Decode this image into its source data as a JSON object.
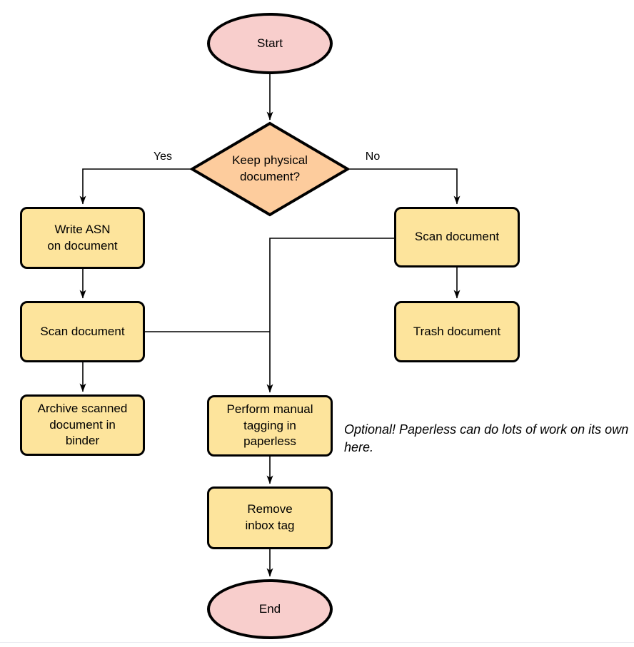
{
  "diagram": {
    "type": "flowchart",
    "colors": {
      "terminal_fill": "#f8cecc",
      "decision_fill": "#fdcc9d",
      "process_fill": "#fde49c",
      "border": "#000000",
      "text": "#000000"
    },
    "nodes": {
      "start": {
        "type": "terminal",
        "label": "Start"
      },
      "decision": {
        "type": "decision",
        "label": "Keep physical\ndocument?"
      },
      "write_asn": {
        "type": "process",
        "label": "Write ASN\non document"
      },
      "scan_left": {
        "type": "process",
        "label": "Scan document"
      },
      "archive": {
        "type": "process",
        "label": "Archive scanned\ndocument in\nbinder"
      },
      "scan_right": {
        "type": "process",
        "label": "Scan document"
      },
      "trash": {
        "type": "process",
        "label": "Trash document"
      },
      "tagging": {
        "type": "process",
        "label": "Perform manual\ntagging in\npaperless"
      },
      "remove_inbox": {
        "type": "process",
        "label": "Remove\ninbox tag"
      },
      "end": {
        "type": "terminal",
        "label": "End"
      }
    },
    "edges": {
      "yes_label": "Yes",
      "no_label": "No"
    },
    "note": "Optional! Paperless can do lots of work on its own here."
  }
}
